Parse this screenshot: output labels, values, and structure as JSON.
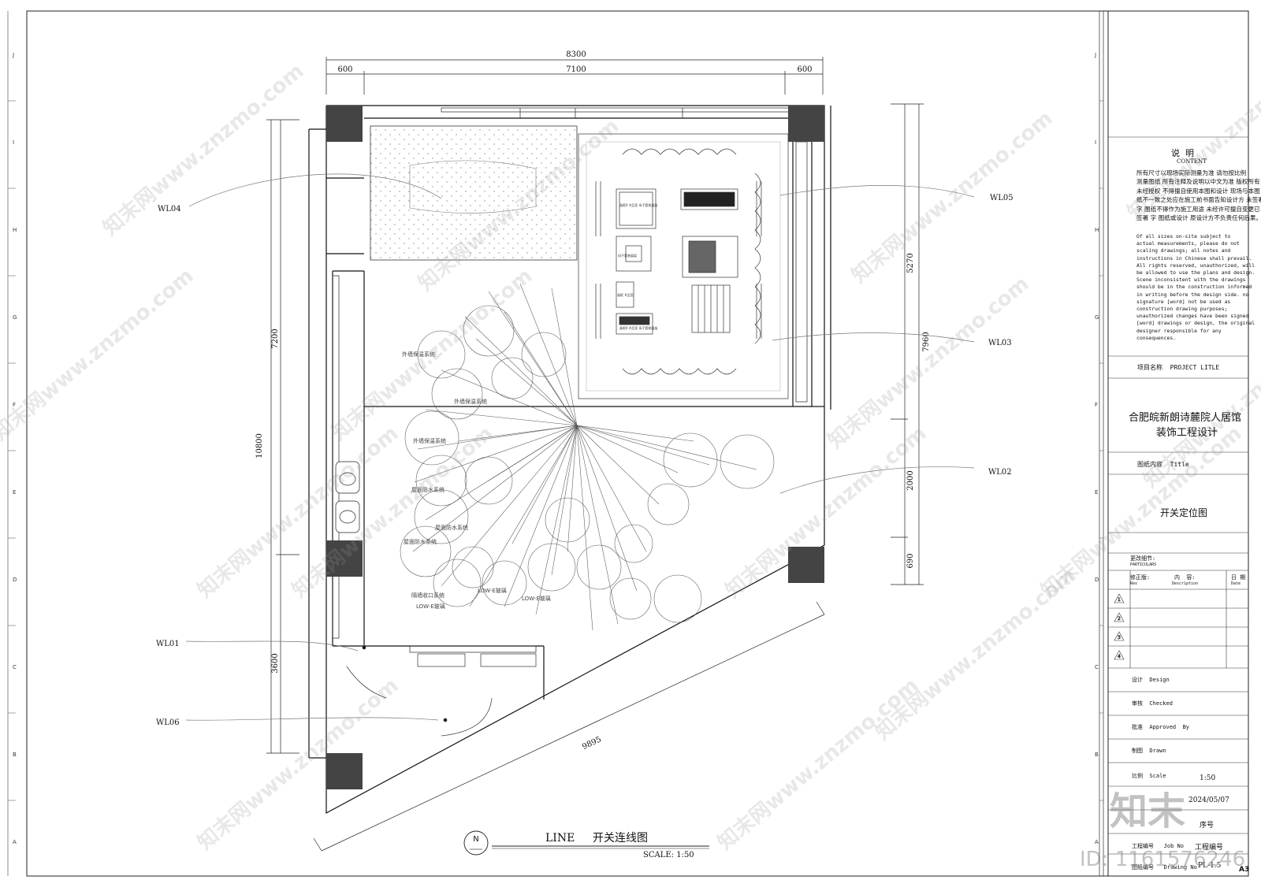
{
  "drawing": {
    "title_en": "LINE",
    "title_cn": "开关连线图",
    "scale_label": "SCALE: 1:50",
    "north_label": "N",
    "paper_size": "A3"
  },
  "grid_rows": [
    "J",
    "I",
    "H",
    "G",
    "F",
    "E",
    "D",
    "C",
    "B",
    "A"
  ],
  "dimensions": {
    "top_total": "8300",
    "top_mid": "7100",
    "top_left": "600",
    "top_right": "600",
    "left_upper": "7200",
    "left_total": "10800",
    "left_lower": "3600",
    "right_upper": "5270",
    "right_total": "7960",
    "right_mid": "2000",
    "right_lower": "690",
    "diagonal": "9895"
  },
  "callouts": [
    "WL04",
    "WL05",
    "WL03",
    "WL02",
    "WL01",
    "WL06"
  ],
  "room_labels": {
    "display_1": "画框9 #品宣 母子套装展架",
    "display_2": "母子套装展架",
    "display_3": "画框 #品宣",
    "display_4": "画框9 #品宣 母子套装展架",
    "zones": [
      "外墙保温系统",
      "外墙保温系统",
      "外墙保温系统",
      "屋面防水系统",
      "屋面防水系统",
      "屋面防水系统",
      "隔墙收口系统",
      "LOW-E玻璃",
      "LOW-E玻璃",
      "LOW-E玻璃"
    ]
  },
  "title_block": {
    "notes_title_cn": "说  明",
    "notes_title_en": "CONTENT",
    "notes_cn": "所有尺寸以现场实际测量为准 请勿按比例\n测量图纸 所有注释及说明以中文为准 版权所有\n未经授权 不得擅自使用本图和设计 现场与本图\n纸不一致之处应在施工前书面告知设计方 未签署\n字 图纸不得作为施工用途 未经许可擅自变更已\n签署 字 图纸或设计 原设计方不负责任何后果。",
    "notes_en": "Of all sizes on-site subject to\nactual measurements, please do not\nscaling drawings; all notes and\ninstructions in Chinese shall prevail.\nAll rights reserved, unauthorized, will\nbe allowed to use the plans and design.\nScene inconsistent with the drawings\nshould be in the construction informed\nin writing before the design side. no\nsignature [word] not be used as\nconstruction drawing purposes;\nunauthorized changes have been signed\n[word] drawings or design, the original\ndesigner responsible for any\nconsequences.",
    "project_label": "项目名称  PROJECT LITLE",
    "project_name_1": "合肥皖新朗诗麓院人居馆",
    "project_name_2": "装饰工程设计",
    "content_label": "图纸内容  Title",
    "content_value": "开关定位图",
    "changes_label": "更改细节:",
    "changes_label_en": "PARTICULARS",
    "rev_header": "修正版:",
    "rev_header_en": "Rev",
    "desc_header": "内  容:",
    "desc_header_en": "Description",
    "date_header": "日 期",
    "date_header_en": "Date",
    "revisions": [
      "1",
      "2",
      "3",
      "4"
    ],
    "design_label": "设计  Design",
    "checked_label": "审核  Checked",
    "approved_label": "批准  Approved  By",
    "drawn_label": "制图  Drawn",
    "scale_label": "比例  Scale",
    "scale_value": "1:50",
    "date_value": "2024/05/07",
    "seq_label": "序号",
    "job_label": "工程编号   Job No",
    "job_value": "工程编号",
    "drawing_no_label": "图纸编号   Drawing No",
    "drawing_no_value": "PL-1.5"
  },
  "watermark": {
    "site_text": "知末网www.znzmo.com",
    "brand": "知末",
    "id_text": "ID: 1161576246"
  }
}
